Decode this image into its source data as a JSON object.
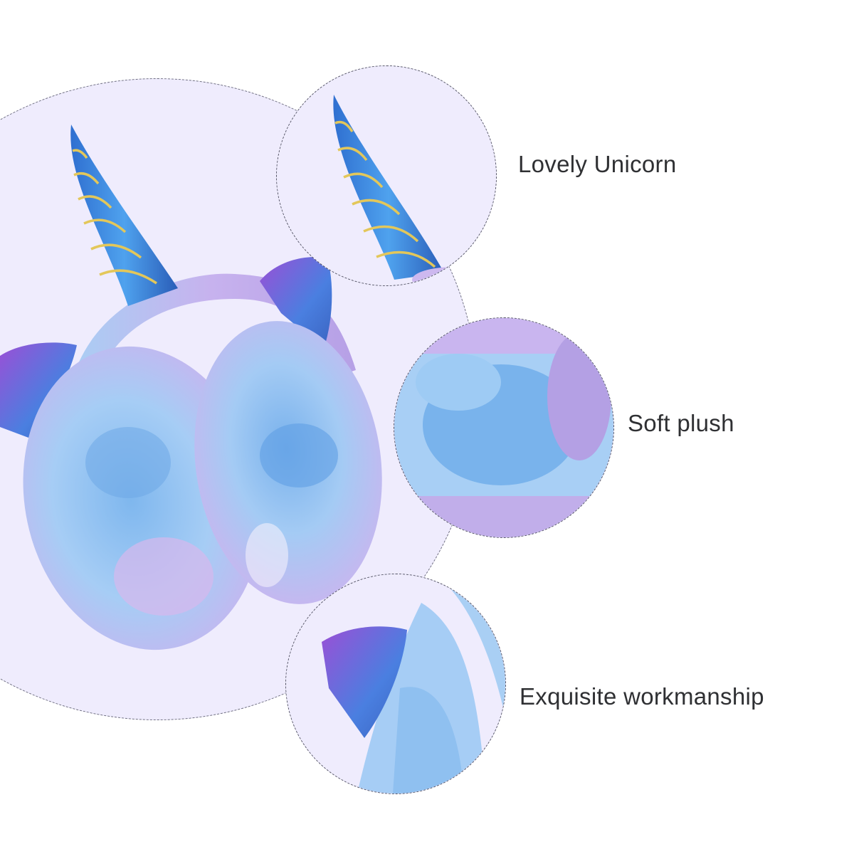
{
  "features": [
    {
      "label": "Lovely Unicorn",
      "icon": "unicorn-horn-icon"
    },
    {
      "label": "Soft plush",
      "icon": "plush-fabric-icon"
    },
    {
      "label": "Exquisite workmanship",
      "icon": "cat-ear-icon"
    }
  ],
  "colors": {
    "background": "#ffffff",
    "circle_fill": "#efecfd",
    "plush_blue": "#8fc3f2",
    "plush_purple": "#c4aef0",
    "horn_blue": "#3b7fd6",
    "gold_thread": "#e3c75a",
    "text": "#2f3033"
  }
}
